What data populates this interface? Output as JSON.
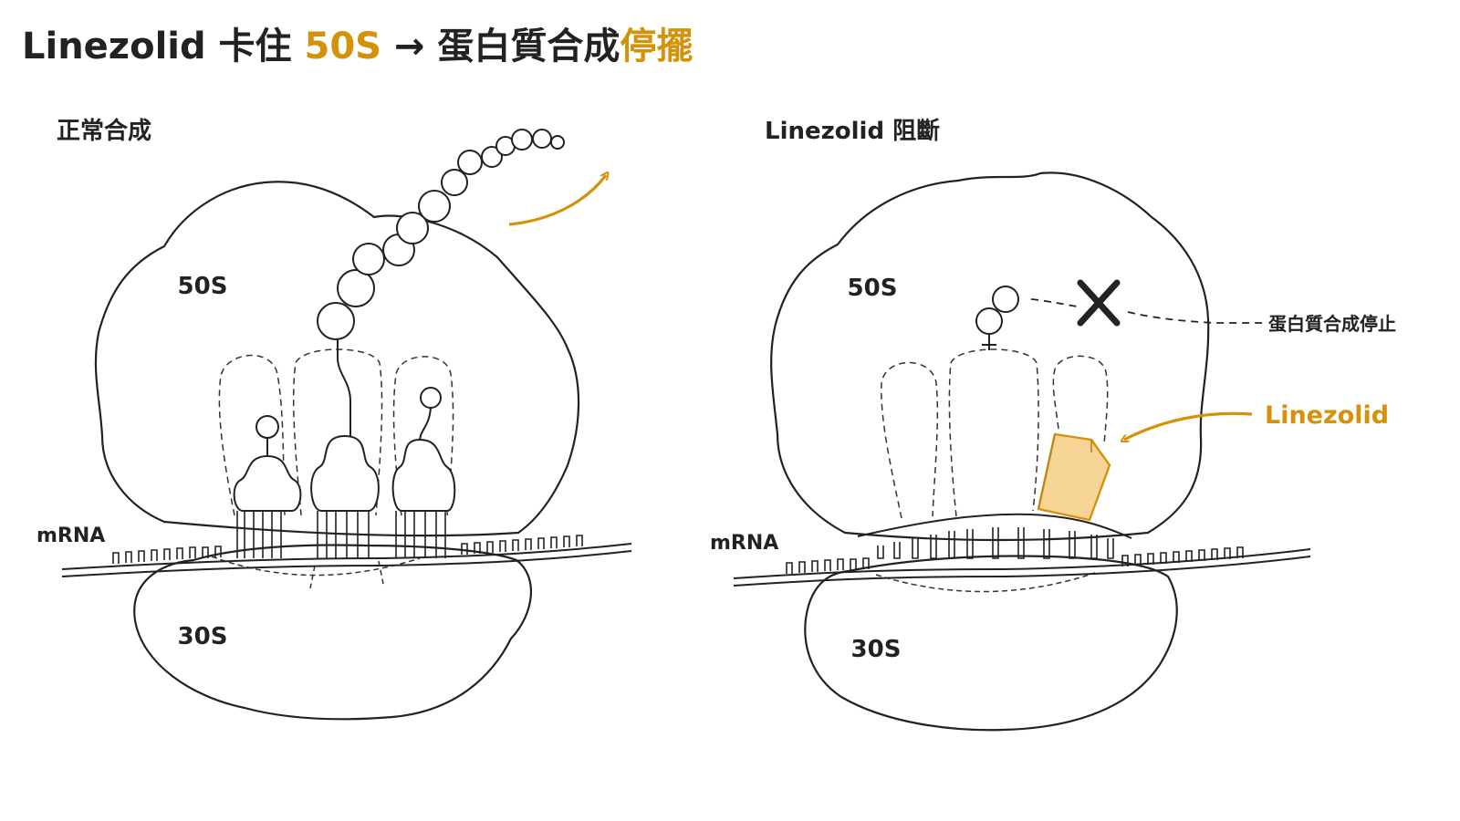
{
  "title": {
    "part1": "Linezolid 卡住 ",
    "highlight": "50S",
    "part2": " → 蛋白質合成",
    "highlight_end": "停擺"
  },
  "colors": {
    "ink": "#222222",
    "accent": "#d4920a",
    "drug_fill": "#f7d597"
  },
  "left_panel": {
    "heading": "正常合成",
    "large_subunit": "50S",
    "small_subunit": "30S",
    "mrna": "mRNA"
  },
  "right_panel": {
    "heading": "Linezolid 阻斷",
    "large_subunit": "50S",
    "small_subunit": "30S",
    "mrna": "mRNA",
    "stop_label": "蛋白質合成停止",
    "drug_label": "Linezolid"
  }
}
